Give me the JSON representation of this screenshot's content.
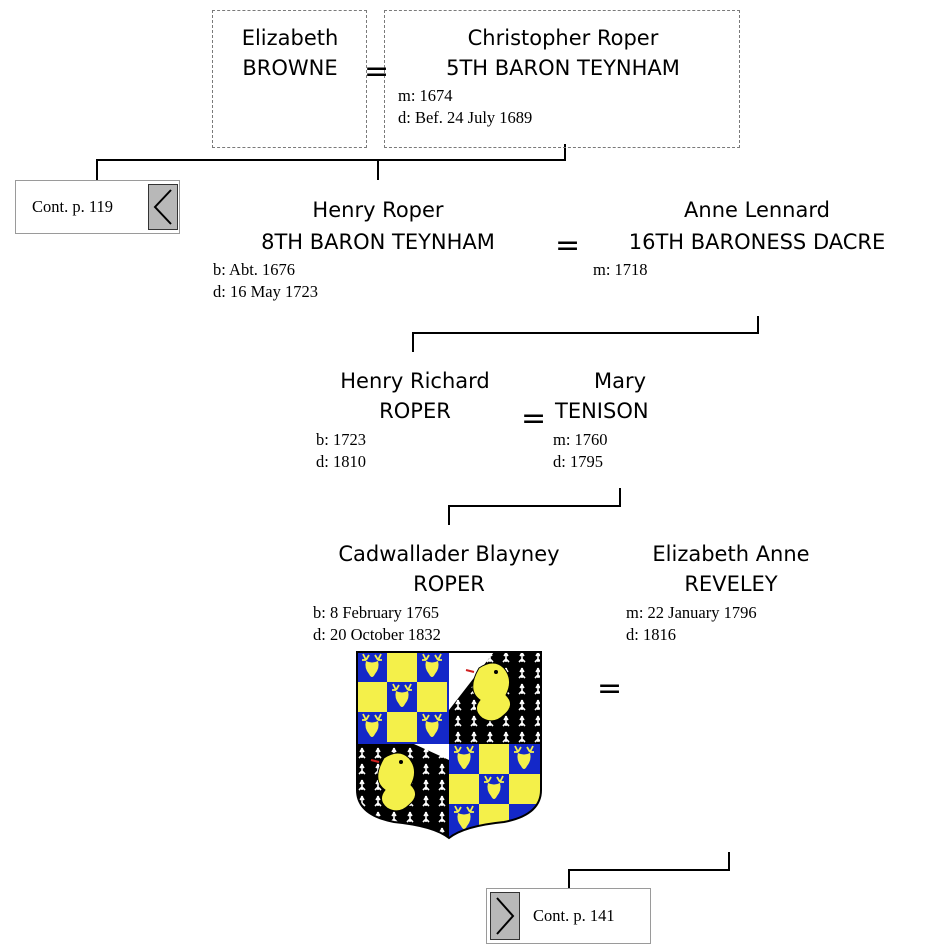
{
  "gen1": {
    "spouse": {
      "line1": "Elizabeth",
      "line2": "BROWNE"
    },
    "person": {
      "line1": "Christopher Roper",
      "line2": "5TH BARON TEYNHAM",
      "married": "m: 1674",
      "died": "d: Bef. 24 July 1689"
    },
    "equals": "="
  },
  "cont_prev": {
    "label": "Cont. p. 119"
  },
  "gen2": {
    "person": {
      "line1": "Henry Roper",
      "line2": "8TH BARON TEYNHAM",
      "born": "b: Abt. 1676",
      "died": "d: 16 May 1723"
    },
    "spouse": {
      "line1": "Anne Lennard",
      "line2": "16TH BARONESS DACRE",
      "married": "m: 1718"
    },
    "equals": "="
  },
  "gen3": {
    "person": {
      "line1": "Henry Richard",
      "line2": "ROPER",
      "born": "b: 1723",
      "died": "d: 1810"
    },
    "spouse": {
      "line1": "Mary",
      "line2": "TENISON",
      "married": "m: 1760",
      "died": "d: 1795"
    },
    "equals": "="
  },
  "gen4": {
    "person": {
      "line1": "Cadwallader Blayney",
      "line2": "ROPER",
      "born": "b: 8 February 1765",
      "died": "d: 20 October 1832"
    },
    "spouse": {
      "line1": "Elizabeth Anne",
      "line2": "REVELEY",
      "married": "m: 22 January 1796",
      "died": "d: 1816"
    },
    "equals": "=",
    "coat_of_arms": "coat-of-arms-shield"
  },
  "cont_next": {
    "label": "Cont. p. 141"
  },
  "colors": {
    "line": "#000000",
    "dash": "#7a7a7a",
    "arrow_fill": "#b8b8b8",
    "azure": "#1428c8",
    "or": "#f4f04a",
    "sable": "#000000",
    "argent": "#ffffff"
  }
}
